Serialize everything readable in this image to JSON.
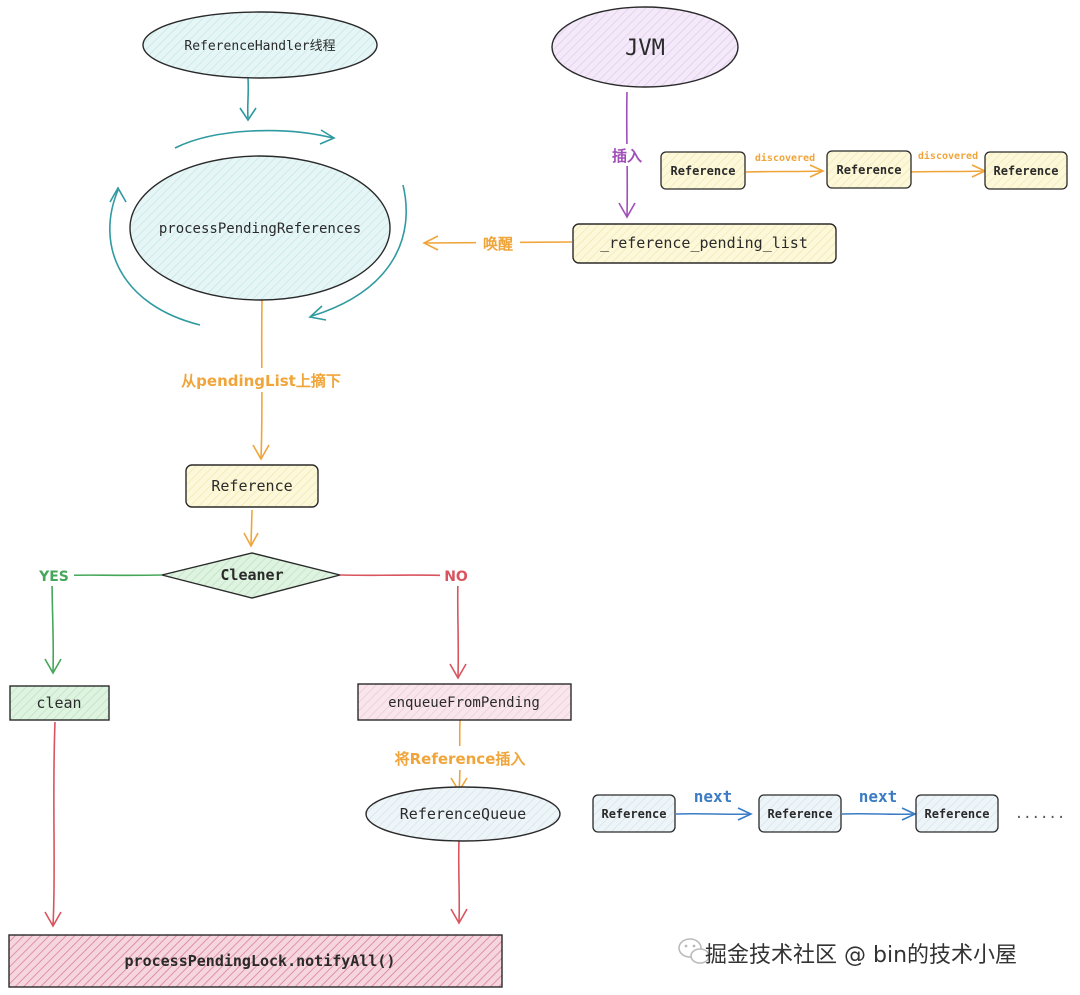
{
  "colors": {
    "teal_fill": "#d8f1f1",
    "purple_fill": "#efe0f6",
    "yellow_fill": "#fbf6cf",
    "green_fill": "#d6f0d8",
    "pink_fill": "#f6dde6",
    "red_hatch": "#e8a3b8",
    "blue_fill": "#e8f1f7",
    "orange": "#f0a53a",
    "purple": "#a14fb8",
    "teal": "#2f9aa0",
    "green": "#46a75a",
    "red": "#d9545f",
    "blue": "#3b7cc4"
  },
  "nodes": {
    "reference_handler": "ReferenceHandler线程",
    "jvm": "JVM",
    "process_pending": "processPendingReferences",
    "pending_list": "_reference_pending_list",
    "jvm_ref_1": "Reference",
    "jvm_ref_2": "Reference",
    "jvm_ref_3": "Reference",
    "reference": "Reference",
    "cleaner": "Cleaner",
    "clean": "clean",
    "enqueue": "enqueueFromPending",
    "queue": "ReferenceQueue",
    "queue_ref_1": "Reference",
    "queue_ref_2": "Reference",
    "queue_ref_3": "Reference",
    "queue_ellipsis": "......",
    "notify_all": "processPendingLock.notifyAll()"
  },
  "edges": {
    "insert": "插入",
    "wake": "唤醒",
    "discovered_1": "discovered",
    "discovered_2": "discovered",
    "take_from_pending": "从pendingList上摘下",
    "yes": "YES",
    "no": "NO",
    "insert_reference": "将Reference插入",
    "next_1": "next",
    "next_2": "next"
  },
  "watermark": {
    "icon": "wechat-icon",
    "text": "掘金技术社区 @ bin的技术小屋"
  }
}
